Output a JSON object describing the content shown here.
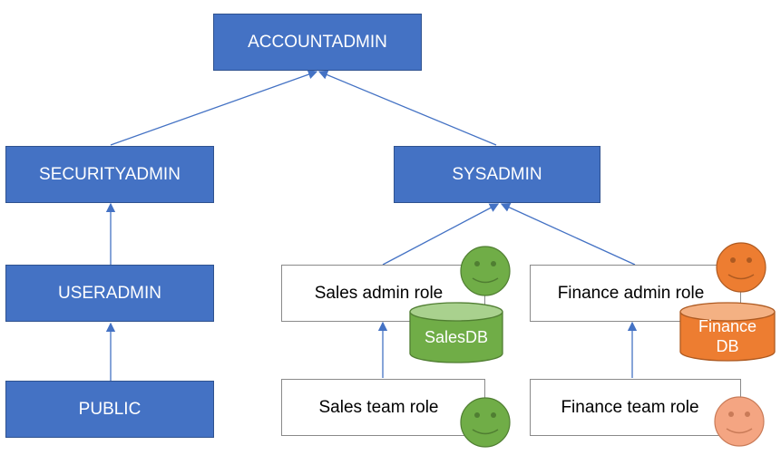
{
  "colors": {
    "blue_box": "#4472c4",
    "blue_border": "#2f528f",
    "connector": "#4472c4",
    "green_face": "#70ad47",
    "orange_face": "#f4a582",
    "orange_db": "#ed7d31",
    "green_db": "#70ad47"
  },
  "roles": {
    "accountadmin": "ACCOUNTADMIN",
    "securityadmin": "SECURITYADMIN",
    "sysadmin": "SYSADMIN",
    "useradmin": "USERADMIN",
    "public": "PUBLIC",
    "sales_admin": "Sales admin role",
    "finance_admin": "Finance admin role",
    "sales_team": "Sales team role",
    "finance_team": "Finance team role"
  },
  "databases": {
    "sales": "SalesDB",
    "finance": "Finance DB"
  },
  "icons": {
    "user_face": "smiley-face-icon",
    "database": "database-cylinder-icon"
  }
}
